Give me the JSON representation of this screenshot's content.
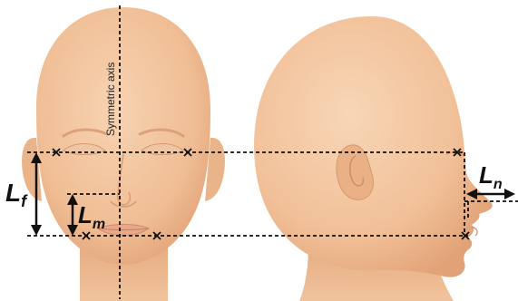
{
  "figure": {
    "axis_label": "Symmetric axis",
    "labels": {
      "lf_main": "L",
      "lf_sub": "f",
      "lm_main": "L",
      "lm_sub": "m",
      "ln_main": "L",
      "ln_sub": "n"
    },
    "marker_glyph": "x",
    "colors": {
      "skin": "#f2c39c",
      "skin_shadow": "#e3a57c",
      "line": "#111111",
      "background": "#ffffff"
    },
    "icons": [
      "front-face-illustration",
      "profile-head-illustration",
      "double-arrow"
    ]
  }
}
